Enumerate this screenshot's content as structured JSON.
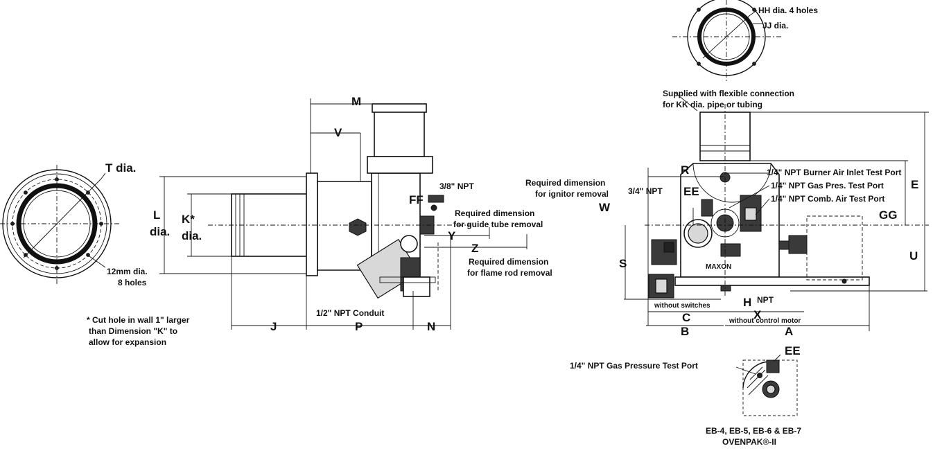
{
  "labels": {
    "t_dia": "T dia.",
    "l_dia_1": "L",
    "l_dia_2": "dia.",
    "k_dia_1": "K*",
    "k_dia_2": "dia.",
    "holes_12mm_1": "12mm dia.",
    "holes_12mm_2": "8 holes",
    "cut_note_1": "* Cut hole in wall 1\" larger",
    "cut_note_2": "than Dimension \"K\" to",
    "cut_note_3": "allow for expansion",
    "m": "M",
    "v": "V",
    "npt_3_8": "3/8\" NPT",
    "ff": "FF",
    "guide_tube_1": "Required dimension",
    "guide_tube_2": "for guide tube removal",
    "y": "Y",
    "z": "Z",
    "flame_rod_1": "Required dimension",
    "flame_rod_2": "for flame rod removal",
    "conduit": "1/2\" NPT Conduit",
    "j": "J",
    "p": "P",
    "n": "N",
    "hh": "HH dia. 4 holes",
    "jj": "JJ dia.",
    "supplied_1": "Supplied with flexible connection",
    "supplied_2": "for KK dia. pipe or tubing",
    "ignitor_1": "Required dimension",
    "ignitor_2": "for ignitor removal",
    "r": "R",
    "npt_3_4": "3/4\" NPT",
    "ee": "EE",
    "w": "W",
    "burner_air": "1/4\" NPT Burner Air Inlet Test Port",
    "gas_pres": "1/4\" NPT Gas Pres. Test Port",
    "comb_air": "1/4\" NPT Comb. Air Test Port",
    "e": "E",
    "gg": "GG",
    "s": "S",
    "u": "U",
    "maxon": "MAXON",
    "without_switches": "without switches",
    "h": "H",
    "h_npt": "NPT",
    "c": "C",
    "x": "X",
    "without_control_motor": "without control motor",
    "b": "B",
    "a": "A",
    "gas_pressure_test_port": "1/4\" NPT Gas Pressure Test Port",
    "ee_detail": "EE",
    "models": "EB-4, EB-5, EB-6 & EB-7",
    "product": "OVENPAK®-II"
  }
}
